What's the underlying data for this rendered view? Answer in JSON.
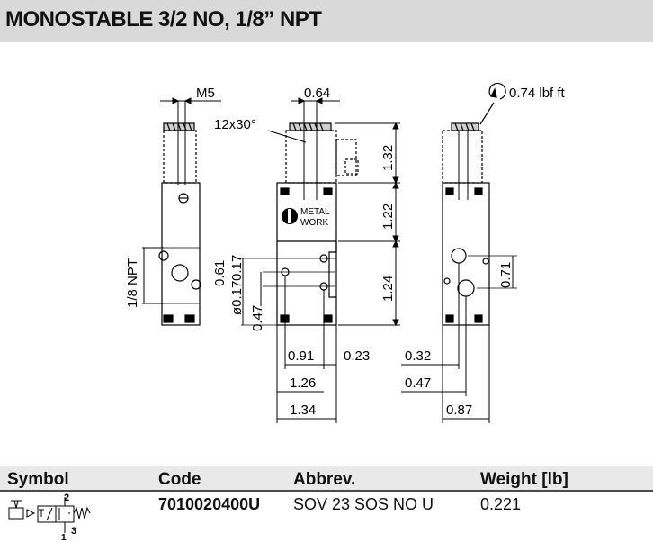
{
  "title": "MONOSTABLE 3/2 NO, 1/8” NPT",
  "drawing": {
    "labels": {
      "thread": "M5",
      "width_top": "0.64",
      "torque": "0.74 lbf ft",
      "pitch": "12x30°",
      "h1": "1.32",
      "h2": "1.22",
      "h3": "1.24",
      "port": "1/8 NPT",
      "v061": "0.61",
      "v017": "0.17",
      "dia": "ø0.17",
      "v047": "0.47",
      "w091": "0.91",
      "w023": "0.23",
      "w126": "1.26",
      "w134": "1.34",
      "w032": "0.32",
      "w047": "0.47",
      "w087": "0.87",
      "v071": "0.71",
      "logo_top": "METAL",
      "logo_bottom": "WORK"
    }
  },
  "table": {
    "headers": {
      "symbol": "Symbol",
      "code": "Code",
      "abbrev": "Abbrev.",
      "weight": "Weight [lb]"
    },
    "rows": [
      {
        "code": "7010020400U",
        "abbrev": "SOV 23 SOS NO U",
        "weight": "0.221",
        "port_labels": {
          "p2": "2",
          "p3": "3",
          "p1": "1"
        }
      }
    ]
  }
}
